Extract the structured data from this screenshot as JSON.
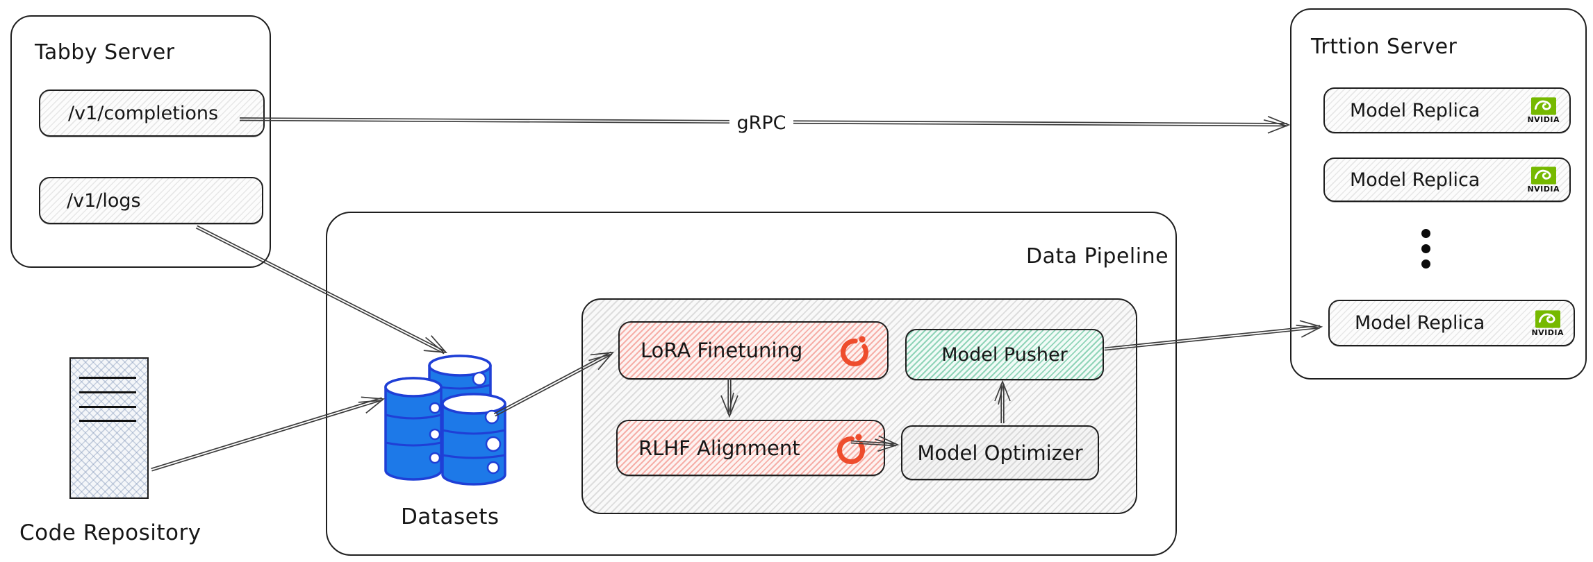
{
  "diagram": {
    "kind": "hand-drawn architecture diagram",
    "description": "Tabby server fine-tuning data pipeline feeding a Triton inference server"
  },
  "tabby_server": {
    "title": "Tabby Server",
    "endpoints": [
      "/v1/completions",
      "/v1/logs"
    ]
  },
  "code_repository": {
    "label": "Code Repository"
  },
  "datasets": {
    "label": "Datasets"
  },
  "data_pipeline": {
    "title": "Data Pipeline",
    "stages": [
      {
        "label": "LoRA Finetuning",
        "icon": "pytorch-icon",
        "fill": "#f5b3ab"
      },
      {
        "label": "RLHF Alignment",
        "icon": "pytorch-icon",
        "fill": "#f5b3ab"
      },
      {
        "label": "Model Pusher",
        "icon": "none",
        "fill": "#7ed0ae"
      },
      {
        "label": "Model Optimizer",
        "icon": "none",
        "fill": "#e9e9e9"
      }
    ]
  },
  "triton_server": {
    "title": "Trttion Server",
    "replicas": [
      "Model Replica",
      "Model Replica",
      "Model Replica"
    ],
    "gpu_logo_label": "NVIDIA"
  },
  "connections": {
    "grpc_label": "gRPC",
    "edges": [
      {
        "from": "/v1/completions",
        "to": "Trttion Server",
        "label": "gRPC"
      },
      {
        "from": "/v1/logs",
        "to": "Datasets",
        "label": ""
      },
      {
        "from": "Code Repository",
        "to": "Datasets",
        "label": ""
      },
      {
        "from": "Datasets",
        "to": "LoRA Finetuning",
        "label": ""
      },
      {
        "from": "LoRA Finetuning",
        "to": "RLHF Alignment",
        "label": ""
      },
      {
        "from": "RLHF Alignment",
        "to": "Model Optimizer",
        "label": ""
      },
      {
        "from": "Model Optimizer",
        "to": "Model Pusher",
        "label": ""
      },
      {
        "from": "Model Pusher",
        "to": "Model Replica",
        "label": ""
      }
    ]
  },
  "colors": {
    "stroke_dark": "#1e1e1e",
    "arrow": "#3c3c3c",
    "stage_pink": "#f08878",
    "pusher_green": "#3bae7a",
    "pytorch_orange": "#ee4c2c",
    "nvidia_green": "#76b900",
    "database_blue": "#1d79e8",
    "database_blue_dark": "#1f3fd6"
  }
}
